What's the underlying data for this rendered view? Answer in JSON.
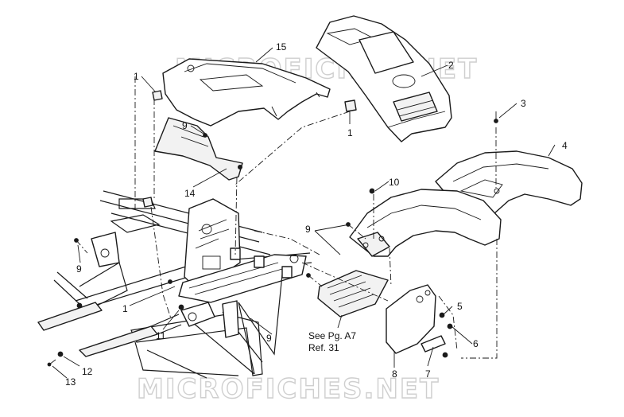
{
  "watermarks": [
    "MICROFICHES.NET",
    "MICROFICHES.NET"
  ],
  "callouts": [
    "15",
    "2",
    "1",
    "1",
    "9",
    "14",
    "3",
    "4",
    "10",
    "9",
    "9",
    "1",
    "11",
    "9",
    "5",
    "6",
    "7",
    "8",
    "12",
    "13"
  ],
  "note": {
    "line1": "See Pg. A7",
    "line2": "Ref. 31"
  }
}
